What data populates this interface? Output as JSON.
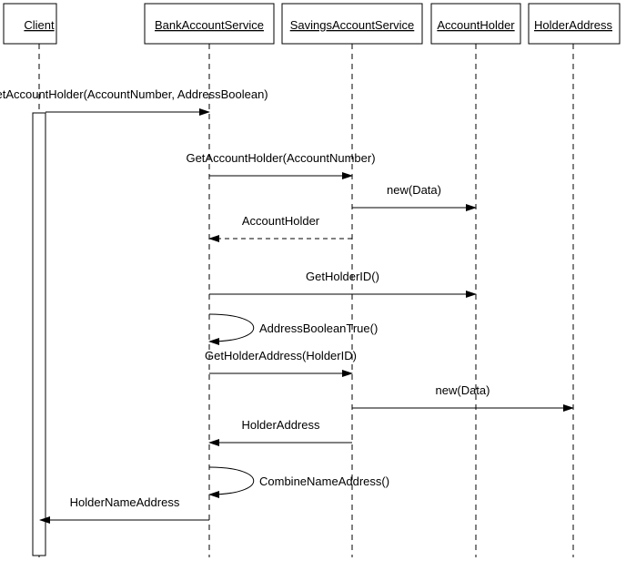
{
  "objects": [
    {
      "id": "client",
      "label": "Client"
    },
    {
      "id": "bank",
      "label": "BankAccountService"
    },
    {
      "id": "savings",
      "label": "SavingsAccountService"
    },
    {
      "id": "holder",
      "label": "AccountHolder"
    },
    {
      "id": "address",
      "label": "HolderAddress"
    }
  ],
  "messages": [
    {
      "label": "GetAccountHolder(AccountNumber, AddressBoolean)",
      "from": "client",
      "to": "bank",
      "style": "solid"
    },
    {
      "label": "GetAccountHolder(AccountNumber)",
      "from": "bank",
      "to": "savings",
      "style": "solid"
    },
    {
      "label": "new(Data)",
      "from": "savings",
      "to": "holder",
      "style": "solid"
    },
    {
      "label": "AccountHolder",
      "from": "savings",
      "to": "bank",
      "style": "dashed"
    },
    {
      "label": "GetHolderID()",
      "from": "bank",
      "to": "holder",
      "style": "solid"
    },
    {
      "label": "AddressBooleanTrue()",
      "from": "bank",
      "to": "bank",
      "style": "self"
    },
    {
      "label": "GetHolderAddress(HolderID)",
      "from": "bank",
      "to": "savings",
      "style": "solid"
    },
    {
      "label": "new(Data)",
      "from": "savings",
      "to": "address",
      "style": "solid"
    },
    {
      "label": "HolderAddress",
      "from": "savings",
      "to": "bank",
      "style": "solid"
    },
    {
      "label": "CombineNameAddress()",
      "from": "bank",
      "to": "bank",
      "style": "self"
    },
    {
      "label": "HolderNameAddress",
      "from": "bank",
      "to": "client",
      "style": "solid"
    }
  ]
}
